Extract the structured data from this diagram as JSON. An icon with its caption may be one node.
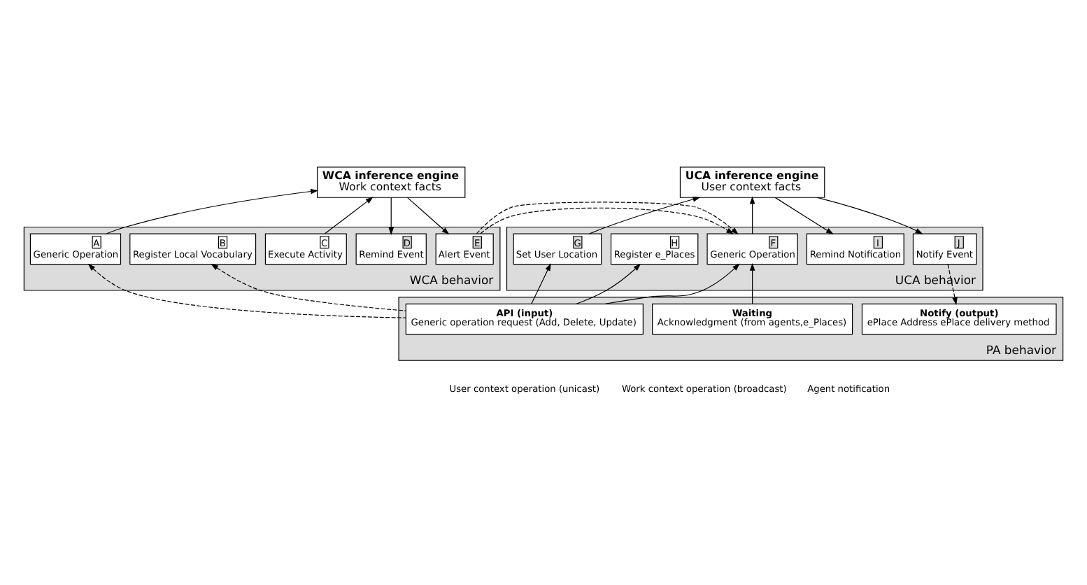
{
  "diagram": {
    "nodes": [
      {
        "text": [
          "WCA inference engine",
          "Work context facts"
        ]
      },
      {
        "text": [
          "WCA behavior"
        ]
      },
      {
        "text": [
          "A",
          "Generic Operation"
        ],
        "in": 1
      },
      {
        "text": [
          "B",
          "Register Local Vocabulary"
        ],
        "in": 1
      },
      {
        "text": [
          "C",
          "Execute Activity"
        ],
        "in": 1
      },
      {
        "text": [
          "D",
          "Remind Event"
        ],
        "in": 1
      },
      {
        "text": [
          "E",
          "Alert Event"
        ],
        "in": 1
      },
      {
        "text": [
          "UCA inference engine",
          "User context facts"
        ]
      },
      {
        "text": [
          "UCA behavior"
        ]
      },
      {
        "text": [
          "F",
          "Generic Operation"
        ],
        "in": 8
      },
      {
        "text": [
          "G",
          "Set User Location"
        ],
        "in": 8
      },
      {
        "text": [
          "H",
          "Register e_Places"
        ],
        "in": 8
      },
      {
        "text": [
          "I",
          "Remind Notification"
        ],
        "in": 8
      },
      {
        "text": [
          "J",
          "Notify Event"
        ],
        "in": 8
      },
      {
        "text": [
          "PA behavior"
        ]
      },
      {
        "text": [
          "API (input)",
          "Generic operation request (Add, Delete, Update)"
        ],
        "in": 14
      },
      {
        "text": [
          "Waiting",
          "Acknowledgment (from agents,e_Places)"
        ],
        "in": 14
      },
      {
        "text": [
          "Notify (output)",
          "ePlace Address ePlace delivery method"
        ],
        "in": 14
      }
    ],
    "edges": [
      {
        "from": 2,
        "to": 0,
        "arrow": "to"
      },
      {
        "from": 4,
        "to": 0,
        "arrow": "to"
      },
      {
        "from": 0,
        "to": 5,
        "arrow": "to"
      },
      {
        "from": 0,
        "to": 6,
        "arrow": "to"
      },
      {
        "from": 6,
        "to": 9,
        "arrow": "to",
        "style": "dashed"
      },
      {
        "from": 9,
        "to": 7,
        "arrow": "to"
      },
      {
        "from": 10,
        "to": 7,
        "arrow": "to"
      },
      {
        "from": 7,
        "to": 12,
        "arrow": "to"
      },
      {
        "from": 7,
        "to": 13,
        "arrow": "to"
      },
      {
        "from": 15,
        "to": 2,
        "arrow": "to",
        "style": "dashed"
      },
      {
        "from": 15,
        "to": 3,
        "arrow": "to",
        "style": "dashed"
      },
      {
        "from": 15,
        "to": 9,
        "arrow": "to"
      },
      {
        "from": 15,
        "to": 10,
        "arrow": "to"
      },
      {
        "from": 15,
        "to": 11,
        "arrow": "to"
      },
      {
        "from": 16,
        "to": 9,
        "arrow": "to"
      },
      {
        "from": 13,
        "to": 17,
        "arrow": "to",
        "style": "dashed"
      }
    ],
    "legend": [
      {
        "text": "User context operation (unicast)"
      },
      {
        "text": "Work context operation (broadcast)"
      },
      {
        "text": "Agent notification"
      }
    ]
  }
}
